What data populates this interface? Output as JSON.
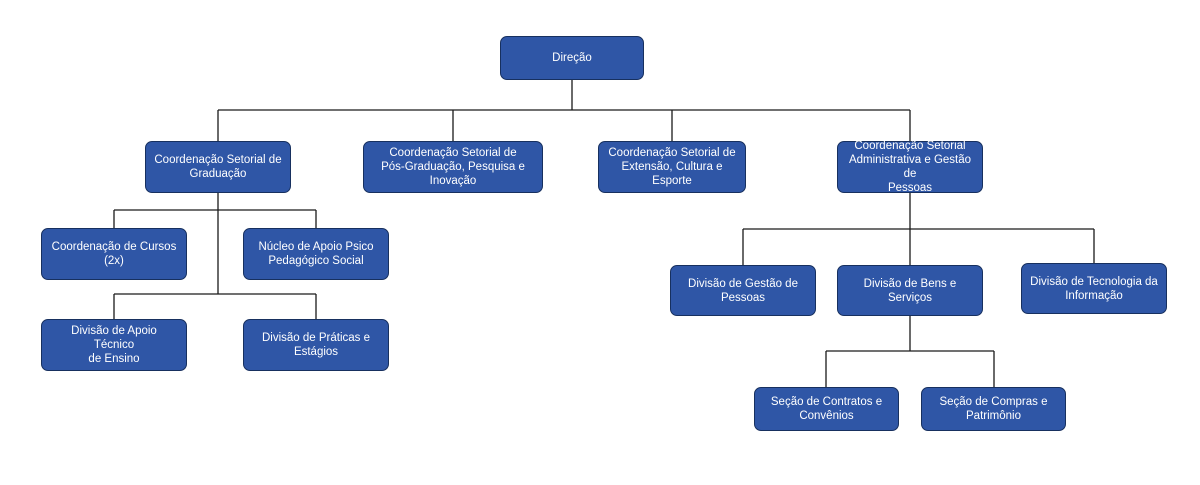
{
  "org_chart": {
    "box_color": "#2f56a6",
    "border_color": "#17305f",
    "line_color": "#1a1a1a",
    "nodes": {
      "direcao": "Direção",
      "graduacao": "Coordenação Setorial de\nGraduação",
      "pos_graduacao": "Coordenação Setorial de\nPós-Graduação, Pesquisa e\nInovação",
      "extensao": "Coordenação Setorial de\nExtensão, Cultura e Esporte",
      "administrativa": "Coordenação Setorial\nAdministrativa e Gestão de\nPessoas",
      "coord_cursos": "Coordenação de Cursos\n(2x)",
      "nucleo_apoio": "Núcleo de Apoio Psico\nPedagógico Social",
      "apoio_tecnico": "Divisão de Apoio Técnico\nde Ensino",
      "praticas_estagios": "Divisão de Práticas e\nEstágios",
      "gestao_pessoas": "Divisão de Gestão de\nPessoas",
      "bens_servicos": "Divisão de Bens e Serviços",
      "tecnologia": "Divisão de Tecnologia da\nInformação",
      "contratos": "Seção de Contratos e\nConvênios",
      "compras": "Seção de Compras e\nPatrimônio"
    }
  }
}
